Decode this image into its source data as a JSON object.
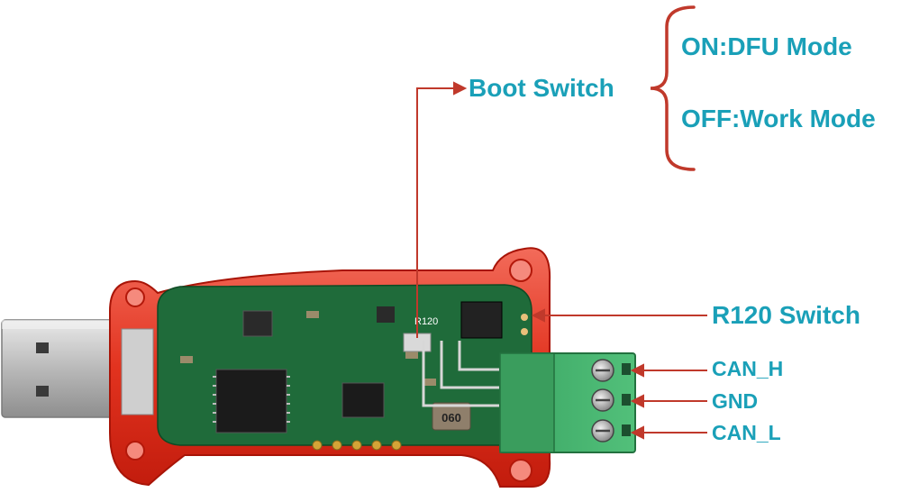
{
  "annotations": {
    "boot_switch": "Boot Switch",
    "mode_on": "ON:DFU Mode",
    "mode_off": "OFF:Work Mode",
    "r120_switch": "R120 Switch",
    "can_h": "CAN_H",
    "gnd": "GND",
    "can_l": "CAN_L"
  },
  "board_markings": {
    "resistor_label": "R120",
    "inductor_code": "060"
  },
  "colors": {
    "label_text": "#1aa0b8",
    "leader_lines": "#c0392b",
    "enclosure": "#e83a2c",
    "pcb": "#1f6b3a",
    "terminal_block": "#3fae6a"
  }
}
